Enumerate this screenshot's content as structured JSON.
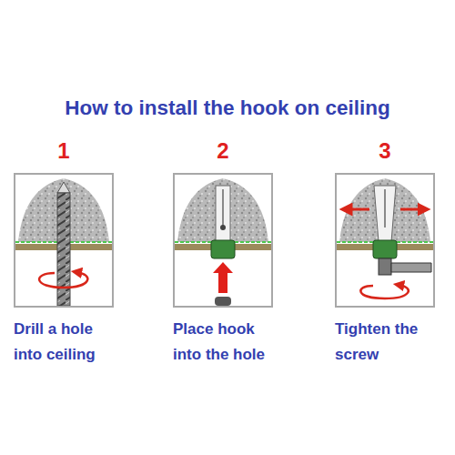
{
  "diagram": {
    "title": "How to install the hook on ceiling",
    "nodes": [
      {
        "text": [
          "1",
          "Drill a hole into ceiling"
        ]
      },
      {
        "text": [
          "2",
          "Place hook into the hole"
        ]
      },
      {
        "text": [
          "3",
          "Tighten the screw"
        ]
      }
    ]
  }
}
